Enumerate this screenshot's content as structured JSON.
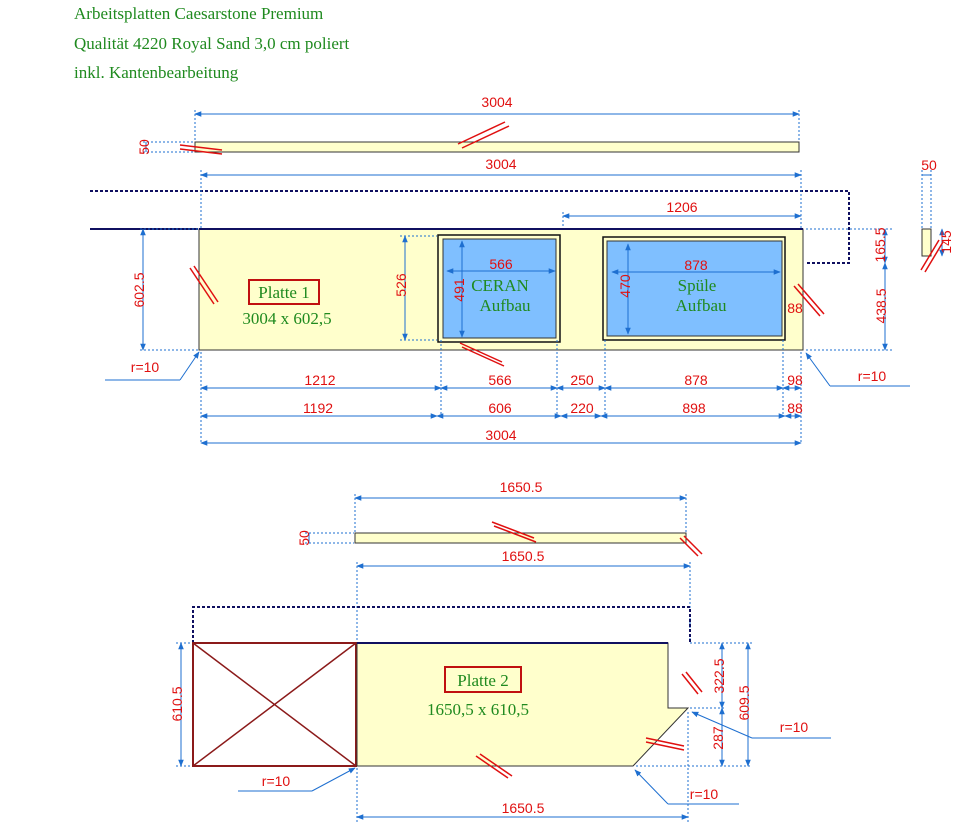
{
  "header": {
    "line1": "Arbeitsplatten Caesarstone Premium",
    "line2": "Qualität 4220 Royal Sand 3,0 cm poliert",
    "line3": "inkl. Kantenbearbeitung"
  },
  "slab1": {
    "title": "Platte 1",
    "size": "3004 x 602,5",
    "edge_length": "3004",
    "edge_thickness": "50",
    "top_length": "3004",
    "depth": "602.5",
    "cutout_depth": "526",
    "cooktop": {
      "name": "CERAN",
      "mount": "Aufbau",
      "width": "566",
      "height": "491"
    },
    "sink": {
      "name": "Spüle",
      "mount": "Aufbau",
      "width": "878",
      "height": "470"
    },
    "right_offset": "88",
    "wall_span": "1206",
    "right_top": "165.5",
    "right_bottom": "438.5",
    "radius_left": "r=10",
    "radius_right": "r=10",
    "row1": [
      "1212",
      "566",
      "250",
      "878",
      "98"
    ],
    "row2": [
      "1192",
      "606",
      "220",
      "898",
      "88"
    ],
    "total": "3004",
    "side_piece": {
      "width": "50",
      "height": "145"
    }
  },
  "slab2": {
    "title": "Platte 2",
    "size": "1650,5 x 610,5",
    "edge_length": "1650.5",
    "edge_thickness": "50",
    "top_length": "1650.5",
    "depth": "610.5",
    "right_top": "322.5",
    "right_bottom": "287",
    "right_total": "609.5",
    "radius_left": "r=10",
    "radius_corner": "r=10",
    "radius_right": "r=10",
    "bottom_length": "1650.5"
  },
  "colors": {
    "slab_fill": "#ffffcc",
    "cutout_fill": "#7fbfff",
    "dimension": "#e01010",
    "guide": "#1e6fd0",
    "wall": "#101060",
    "text_green": "#1f8a1f",
    "tag_border": "#c01010",
    "blocked": "#8b1a1a"
  }
}
